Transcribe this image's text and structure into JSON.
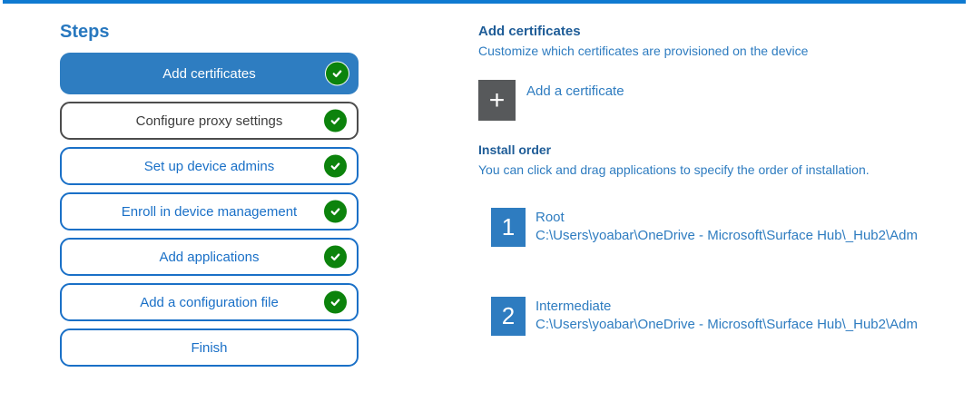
{
  "colors": {
    "accent_bar": "#0f7ad1",
    "selected_step_fill": "#2e7dc1",
    "step_border_blue": "#1a70c7",
    "muted_step_border": "#4c4c4c",
    "heading_blue": "#1e5c97",
    "body_blue": "#2e7cc0",
    "check_green": "#0c830c",
    "plus_tile_gray": "#57595b"
  },
  "steps": {
    "title": "Steps",
    "items": [
      {
        "label": "Add certificates",
        "completed": true,
        "state": "selected"
      },
      {
        "label": "Configure proxy settings",
        "completed": true,
        "state": "muted"
      },
      {
        "label": "Set up device admins",
        "completed": true,
        "state": "normal"
      },
      {
        "label": "Enroll in device management",
        "completed": true,
        "state": "normal"
      },
      {
        "label": "Add applications",
        "completed": true,
        "state": "normal"
      },
      {
        "label": "Add a configuration file",
        "completed": true,
        "state": "normal"
      },
      {
        "label": "Finish",
        "completed": false,
        "state": "normal"
      }
    ]
  },
  "content": {
    "heading": "Add certificates",
    "subheading": "Customize which certificates are provisioned on the device",
    "add_button": {
      "icon": "plus-icon",
      "plus_glyph": "+",
      "label": "Add a certificate"
    },
    "install_order": {
      "heading": "Install order",
      "description": "You can click and drag applications to specify the order of installation.",
      "certificates": [
        {
          "order": "1",
          "name": "Root",
          "path": "C:\\Users\\yoabar\\OneDrive - Microsoft\\Surface Hub\\_Hub2\\Adm"
        },
        {
          "order": "2",
          "name": "Intermediate",
          "path": "C:\\Users\\yoabar\\OneDrive - Microsoft\\Surface Hub\\_Hub2\\Adm"
        }
      ]
    }
  }
}
